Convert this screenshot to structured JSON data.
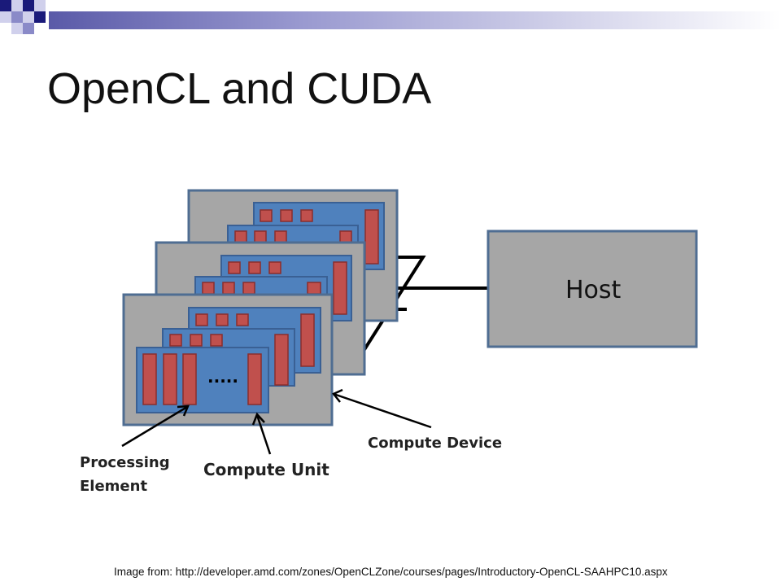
{
  "slide": {
    "title": "OpenCL and CUDA",
    "credit": "Image from:  http://developer.amd.com/zones/OpenCLZone/courses/pages/Introductory-OpenCL-SAAHPC10.aspx"
  },
  "diagram": {
    "host_label": "Host",
    "ellipsis": ".....",
    "labels": {
      "processing_element_line1": "Processing",
      "processing_element_line2": "Element",
      "compute_unit": "Compute Unit",
      "compute_device": "Compute Device"
    }
  },
  "colors": {
    "header_navy": "#1a1a7a",
    "header_lavender": "#9a9ad0",
    "device_fill": "#a6a6a6",
    "unit_fill": "#4f81bd",
    "unit_border": "#3a6094",
    "element_fill": "#c0504d",
    "element_border": "#8a2e2c",
    "host_fill": "#a6a6a6",
    "host_border": "#4f6d92"
  }
}
